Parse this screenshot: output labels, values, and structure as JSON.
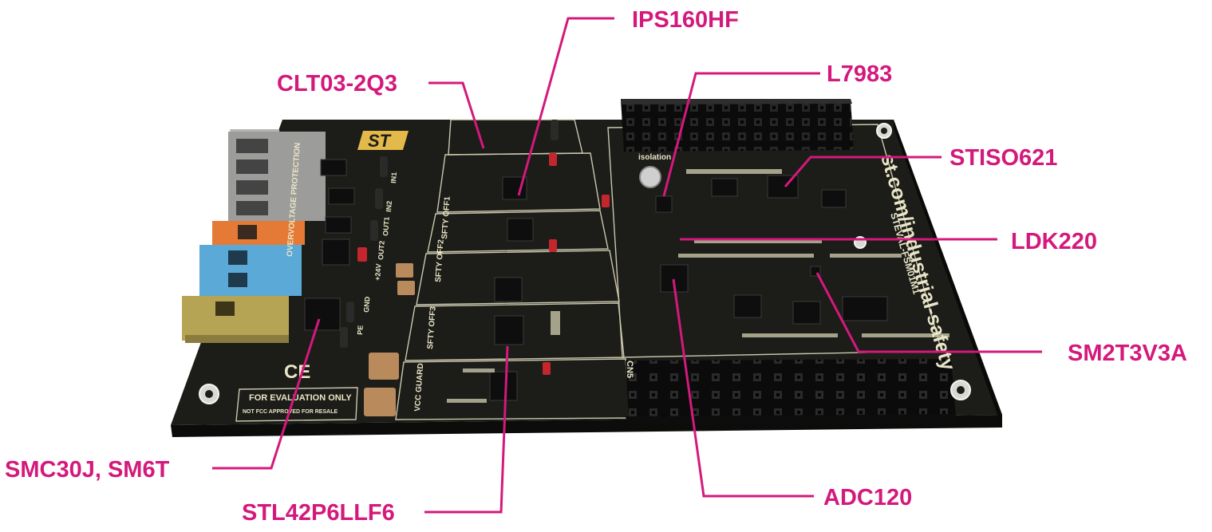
{
  "colors": {
    "callout": "#d4197c",
    "board": "#1c1c18",
    "board_edge": "#0c0c0a",
    "silkscreen": "#e9e6c8",
    "gold": "#c8aa55",
    "header_black": "#111111",
    "terminal_gray": "#9c9c9a",
    "terminal_orange": "#e47a35",
    "terminal_blue": "#5aa9d6",
    "terminal_olive": "#b6a455",
    "capacitor_tan": "#b88a5c",
    "jumper_red": "#c4262e"
  },
  "callouts": [
    {
      "id": "ips160hf",
      "label": "IPS160HF"
    },
    {
      "id": "clt03",
      "label": "CLT03-2Q3"
    },
    {
      "id": "l7983",
      "label": "L7983"
    },
    {
      "id": "stiso621",
      "label": "STISO621"
    },
    {
      "id": "ldk220",
      "label": "LDK220"
    },
    {
      "id": "sm2t3v3a",
      "label": "SM2T3V3A"
    },
    {
      "id": "smc30j",
      "label": "SMC30J, SM6T"
    },
    {
      "id": "adc120",
      "label": "ADC120"
    },
    {
      "id": "stl42",
      "label": "STL42P6LLF6"
    }
  ],
  "board": {
    "brand_text": "st.com/industrial-safety",
    "model_text": "STEVAL-FSM01M1",
    "evaluation_notice": "FOR EVALUATION ONLY",
    "fcc_notice": "NOT FCC APPROVED FOR RESALE",
    "ce_mark": "CE",
    "isolation_label": "isolation",
    "cn_label": "CN5",
    "section_labels": [
      "OVERVOLTAGE PROTECTION",
      "SFTY OFF1",
      "SFTY OFF2",
      "SFTY OFF3",
      "VCC GUARD"
    ],
    "terminal_labels": [
      "IN1",
      "IN2",
      "OUT1",
      "OUT2",
      "+24V",
      "GND",
      "PE"
    ]
  }
}
